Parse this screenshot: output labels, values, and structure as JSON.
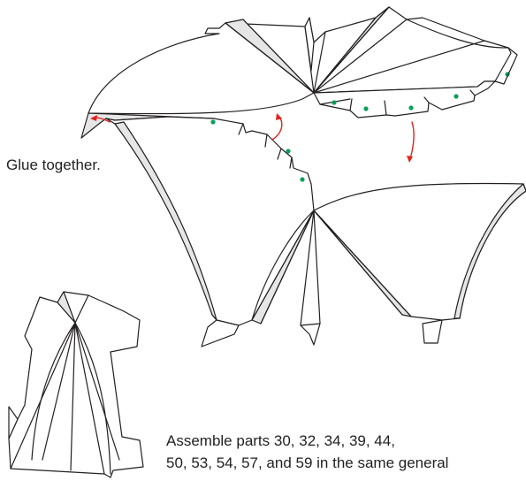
{
  "annotations": {
    "glue_note": "Glue together.",
    "assemble_line_1": "Assemble parts 30, 32, 34, 39, 44,",
    "assemble_line_2": "50, 53, 54, 57, and 59 in the same general"
  },
  "colors": {
    "stroke": "#231f20",
    "fold_fill": "#e6e6e7",
    "arrow": "#e2231a",
    "glue_dot": "#0aa05a"
  }
}
